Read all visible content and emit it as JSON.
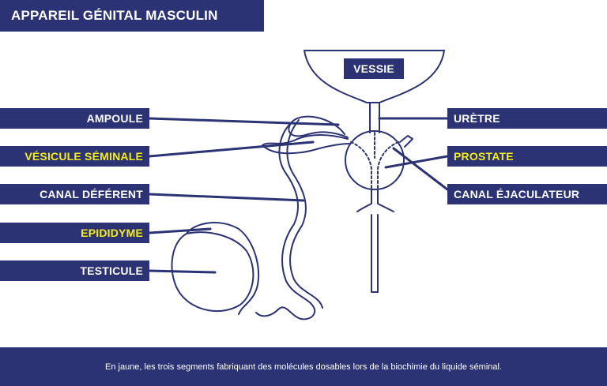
{
  "title": "APPAREIL GÉNITAL MASCULIN",
  "vessie": "VESSIE",
  "labels_left": {
    "ampoule": "AMPOULE",
    "vesicule": "VÉSICULE SÉMINALE",
    "canal_deferent": "CANAL DÉFÉRENT",
    "epididyme": "EPIDIDYME",
    "testicule": "TESTICULE"
  },
  "labels_right": {
    "uretre": "URÈTRE",
    "prostate": "PROSTATE",
    "canal_ejaculateur": "CANAL ÉJACULATEUR"
  },
  "footer": "En jaune, les trois segments fabriquant des molécules dosables lors de la biochimie du liquide séminal.",
  "colors": {
    "navy": "#2b3374",
    "highlight": "#f5ec1b",
    "background": "#ffffff"
  }
}
